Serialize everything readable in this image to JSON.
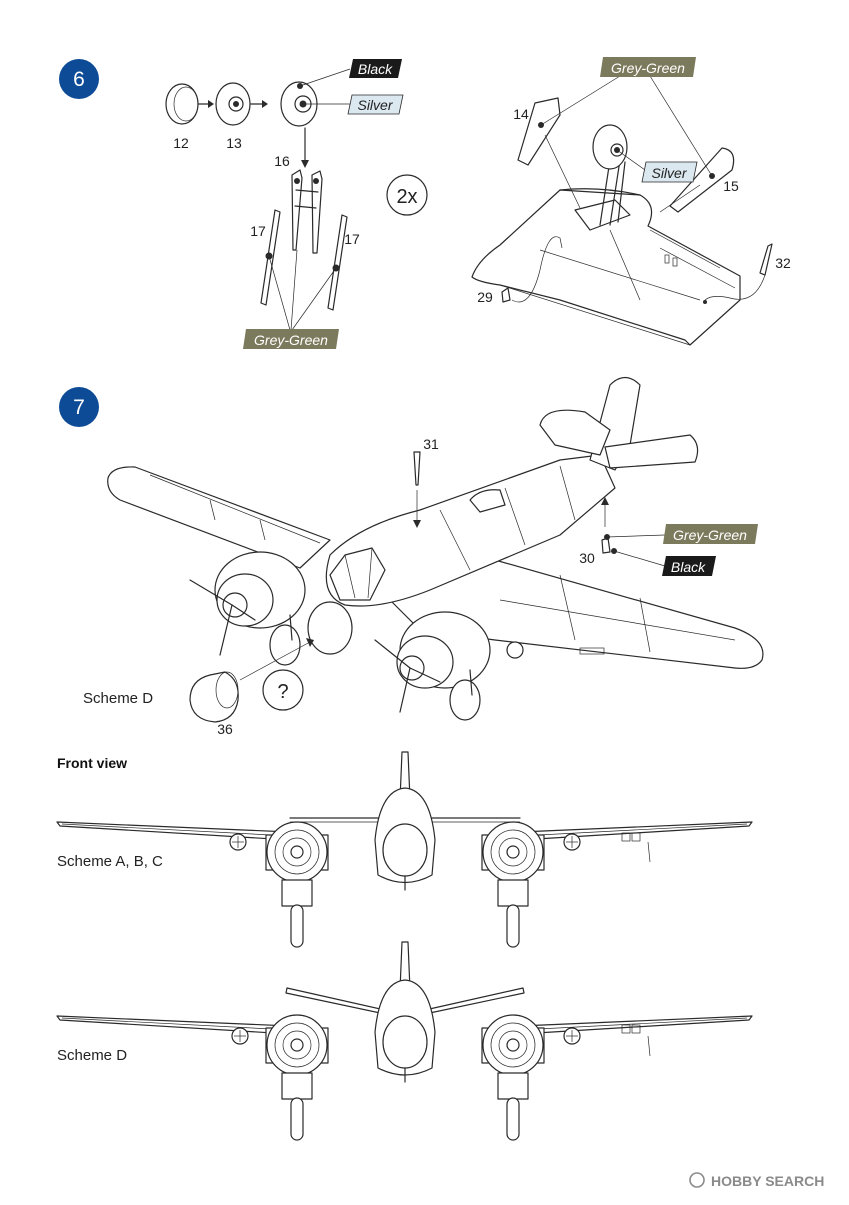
{
  "steps": [
    {
      "number": "6"
    },
    {
      "number": "7"
    }
  ],
  "step6": {
    "parts": {
      "p12": "12",
      "p13": "13",
      "p16": "16",
      "p17a": "17",
      "p17b": "17",
      "p14": "14",
      "p15": "15",
      "p29": "29",
      "p32": "32"
    },
    "multiplier": "2x",
    "color_tags": {
      "black": "Black",
      "silver": "Silver",
      "grey_green_struts": "Grey-Green",
      "grey_green_doors": "Grey-Green",
      "silver_wheel": "Silver"
    }
  },
  "step7": {
    "parts": {
      "p31": "31",
      "p30": "30",
      "p36": "36"
    },
    "color_tags": {
      "grey_green": "Grey-Green",
      "black": "Black"
    },
    "question_mark": "?",
    "scheme_label": "Scheme D"
  },
  "front_view": {
    "title": "Front view",
    "scheme_abc": "Scheme A, B, C",
    "scheme_d": "Scheme D"
  },
  "watermark": "HOBBY SEARCH",
  "colors": {
    "step_badge": "#0d4b96",
    "black_tag": "#1a1a1a",
    "silver_tag": "#dce8f0",
    "grey_green_tag": "#7c7a5c"
  }
}
